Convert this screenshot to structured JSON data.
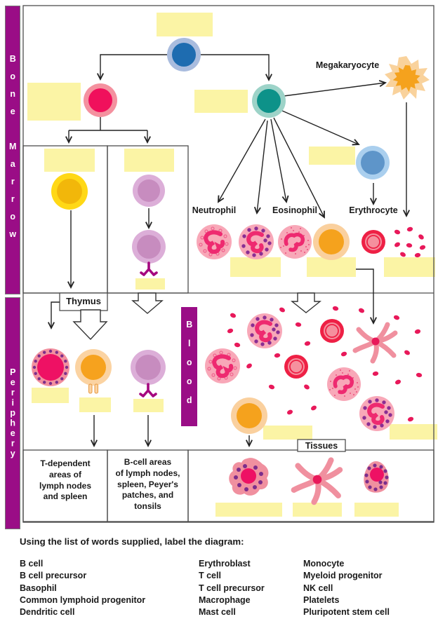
{
  "sections": {
    "bone_marrow": "Bone Marrow",
    "periphery": "Periphery",
    "blood": "Blood",
    "thymus": "Thymus",
    "tissues": "Tissues"
  },
  "cell_labels": {
    "megakaryocyte": "Megakaryocyte",
    "neutrophil": "Neutrophil",
    "eosinophil": "Eosinophil",
    "erythrocyte": "Erythrocyte"
  },
  "area_boxes": {
    "t_dependent": "T-dependent\nareas of\nlymph nodes\nand spleen",
    "b_cell_areas": "B-cell areas\nof lymph nodes,\nspleen, Peyer's\npatches, and\ntonsils"
  },
  "instruction": "Using the list of words supplied, label the diagram:",
  "word_list": {
    "col1": [
      "B cell",
      "B cell precursor",
      "Basophil",
      "Common lymphoid progenitor",
      "Dendritic cell"
    ],
    "col2": [
      "Erythroblast",
      "T cell",
      "T cell precursor",
      "Macrophage",
      "Mast cell"
    ],
    "col3": [
      "Monocyte",
      "Myeloid progenitor",
      "NK cell",
      "Platelets",
      "Pluripotent stem cell"
    ]
  },
  "colors": {
    "section_bar_purple": "#9A0D86",
    "blank_label_yellow": "#FBF4A5",
    "stem_cell_outer": "#A9BCDE",
    "stem_cell_inner": "#1E6CB0",
    "lymphoid_outer": "#F4919F",
    "lymphoid_inner": "#F0105C",
    "myeloid_outer": "#9DD3C8",
    "myeloid_inner": "#0D9289",
    "erythroblast_outer": "#AACFEE",
    "erythroblast_inner": "#5E95C9",
    "orange_cell": "#F5A21D",
    "orange_cell_outer": "#FAD09E",
    "gold_cell_outer": "#FFD816",
    "gold_cell_inner": "#F2B70A",
    "purple_cell_outer": "#DCAED8",
    "purple_cell_inner": "#C78CBF",
    "pink_cell_body": "#F8A8B8",
    "nucleus_pink": "#EE2A70",
    "crimson": "#EE1164",
    "granule_purple": "#8A2E93",
    "rbc_red": "#EE2045",
    "platelet_red": "#E8195A",
    "tissue_cell_pink": "#F0909F",
    "receptor_magenta": "#A5077F"
  }
}
